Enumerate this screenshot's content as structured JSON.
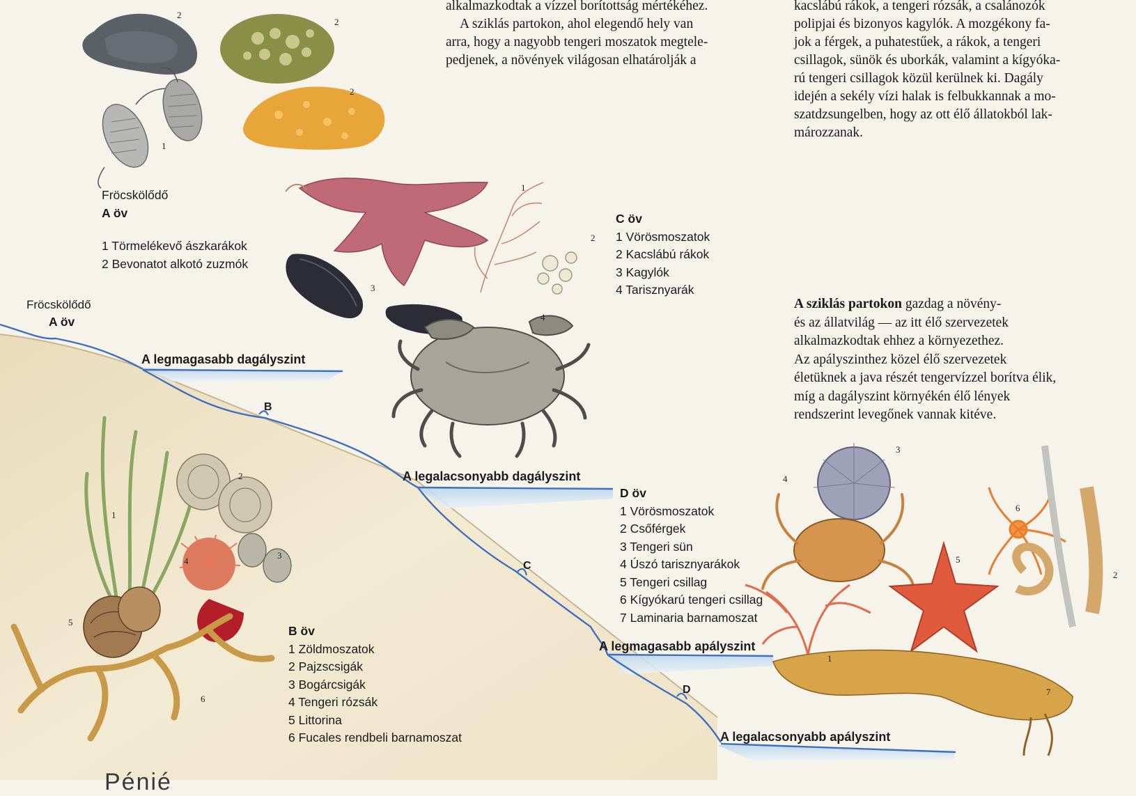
{
  "paragraphs": {
    "middle_column": [
      "alkalmazkodtak a vízzel borítottság mértékéhez.",
      "A sziklás partokon, ahol elegendő hely van",
      "arra, hogy a nagyobb tengeri moszatok megtele-",
      "pedjenek, a növények világosan elhatárolják a"
    ],
    "right_column": [
      "kacslábú rákok, a tengeri rózsák, a csalánozók",
      "polipjai és bizonyos kagylók. A mozgékony fa-",
      "jok a férgek, a puhatestűek, a rákok, a tengeri",
      "csillagok, sünök és uborkák, valamint a kígyóka-",
      "rú tengeri csillagok közül kerülnek ki. Dagály",
      "idején a sekély vízi halak is felbukkannak a mo-",
      "szatdzsungelben, hogy az ott élő állatokból lak-",
      "mározzanak."
    ],
    "caption": {
      "bold_lead": "A sziklás partokon",
      "first_rest": " gazdag a növény-",
      "lines": [
        "és az állatvilág — az itt élő szervezetek",
        "alkalmazkodtak ehhez a környezethez.",
        "Az apályszinthez közel élő szervezetek",
        "életüknek a java részét tengervízzel borítva élik,",
        "míg a dagályszint környékén élő lények",
        "rendszerint levegőnek vannak kitéve."
      ]
    }
  },
  "zones": {
    "a_panel": {
      "title_line1": "Fröcskölődő",
      "title_line2": "A öv",
      "items": [
        "1 Törmelékevő ászkarákok",
        "2 Bevonatot alkotó zuzmók"
      ]
    },
    "b_panel": {
      "title": "B öv",
      "items": [
        "1 Zöldmoszatok",
        "2 Pajzscsigák",
        "3 Bogárcsigák",
        "4 Tengeri rózsák",
        "5 Littorina",
        "6 Fucales rendbeli barnamoszat"
      ]
    },
    "c_panel": {
      "title": "C öv",
      "items": [
        "1 Vörösmoszatok",
        "2 Kacslábú rákok",
        "3 Kagylók",
        "4 Tarisznyarák"
      ]
    },
    "d_panel": {
      "title": "D öv",
      "items": [
        "1 Vörösmoszatok",
        "2 Csőférgek",
        "3 Tengeri sün",
        "4 Úszó tarisznyarákok",
        "5 Tengeri csillag",
        "6 Kígyókarú tengeri csillag",
        "7 Laminaria barnamoszat"
      ]
    }
  },
  "profile": {
    "splash_label_line1": "Fröcskölődő",
    "splash_label_line2": "A öv",
    "levels": {
      "highest_high_tide": "A legmagasabb dagályszint",
      "lowest_high_tide": "A legalacsonyabb dagályszint",
      "highest_low_tide": "A legmagasabb apályszint",
      "lowest_low_tide": "A legalacsonyabb apályszint"
    },
    "zone_letters": {
      "b": "B",
      "c": "C",
      "d": "D"
    }
  },
  "organism_numbers": {
    "a_zone": [
      "2",
      "2",
      "2",
      "1"
    ],
    "c_zone": [
      "1",
      "2",
      "3",
      "4"
    ],
    "b_zone": [
      "1",
      "2",
      "3",
      "4",
      "5",
      "6"
    ],
    "d_zone": [
      "1",
      "2",
      "3",
      "4",
      "5",
      "6",
      "7"
    ]
  },
  "partial_bottom_text": "Pénié",
  "colors": {
    "page": "#f6f3ea",
    "rock": "#f0e6cc",
    "water": "#cde0ef",
    "water_line": "#3f6fbd",
    "alga_red": "#c06a78",
    "alga_brown": "#c89a48",
    "mussel": "#2b2c35"
  }
}
